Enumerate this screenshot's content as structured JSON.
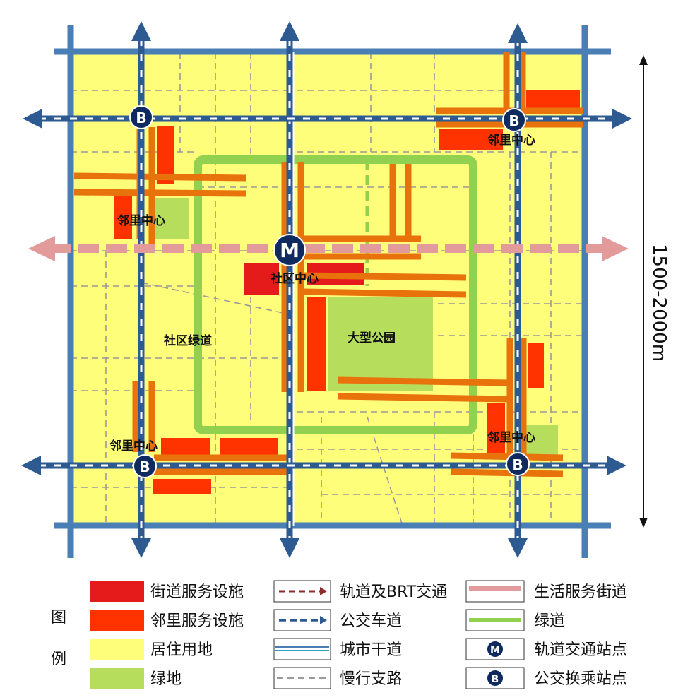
{
  "colors": {
    "residential": "#fefe7a",
    "green_land": "#b6dd5c",
    "street_service": "#e51b1b",
    "neighborhood_service": "#ff3300",
    "city_arterial": "#4a7fb5",
    "bus_lane": "#2e5a92",
    "rail_brt": "#8b2d2d",
    "life_service_street": "#e29a9a",
    "greenway": "#92d050",
    "slow_branch": "#9a9a9a",
    "service_street_orange": "#e8720c",
    "station_fill": "#0e2a5e"
  },
  "labels": {
    "neighborhood_center": "邻里中心",
    "community_center": "社区中心",
    "community_greenway": "社区绿道",
    "large_park": "大型公园"
  },
  "stations": {
    "rail": "M",
    "bus": "B"
  },
  "scale": {
    "text": "1500-2000m"
  },
  "legend": {
    "title_top": "图",
    "title_bottom": "例",
    "items": [
      {
        "key": "street_service",
        "label": "街道服务设施"
      },
      {
        "key": "neighborhood_service",
        "label": "邻里服务设施"
      },
      {
        "key": "residential",
        "label": "居住用地"
      },
      {
        "key": "green_land",
        "label": "绿地"
      },
      {
        "key": "rail_brt",
        "label": "轨道及BRT交通"
      },
      {
        "key": "bus_lane",
        "label": "公交车道"
      },
      {
        "key": "city_arterial",
        "label": "城市干道"
      },
      {
        "key": "slow_branch",
        "label": "慢行支路"
      },
      {
        "key": "life_service_street",
        "label": "生活服务街道"
      },
      {
        "key": "greenway",
        "label": "绿道"
      },
      {
        "key": "rail_station",
        "label": "轨道交通站点"
      },
      {
        "key": "bus_transfer",
        "label": "公交换乘站点"
      }
    ]
  }
}
